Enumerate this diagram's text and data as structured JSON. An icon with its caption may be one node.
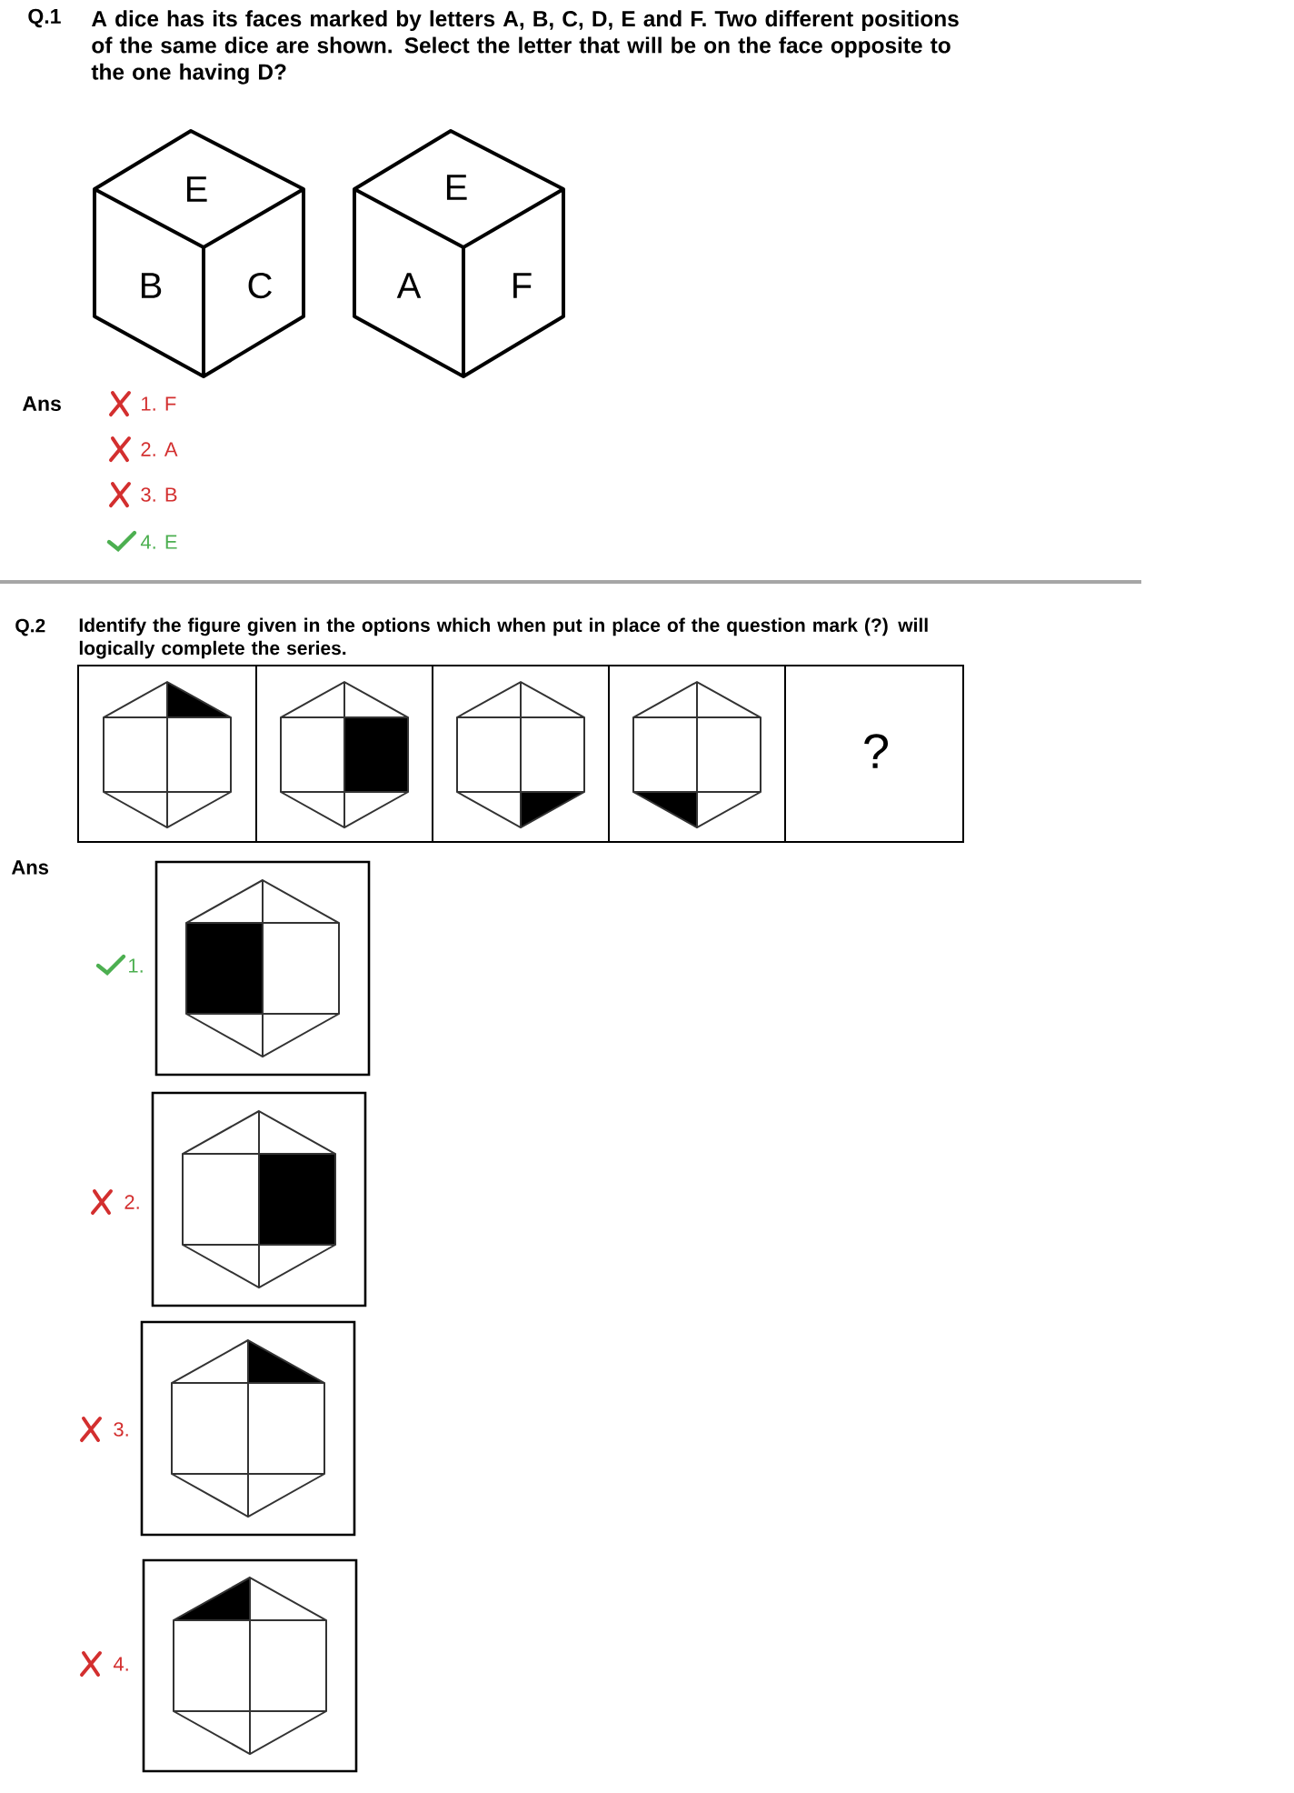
{
  "diagram": {
    "labels": [
      "Q.1",
      "A dice has its faces marked by letters A, B, C, D, E and F. Two different positions of the same dice are shown. Select the letter that will be on the face opposite to the one having D?",
      "E",
      "B",
      "C",
      "E",
      "A",
      "F",
      "Ans",
      "1. F",
      "2. A",
      "3. B",
      "4. E",
      "Q.2",
      "Identify the figure given in the options which when put in place of the question mark (?) will logically complete the series.",
      "?",
      "Ans",
      "1.",
      "2.",
      "3.",
      "4."
    ]
  }
}
